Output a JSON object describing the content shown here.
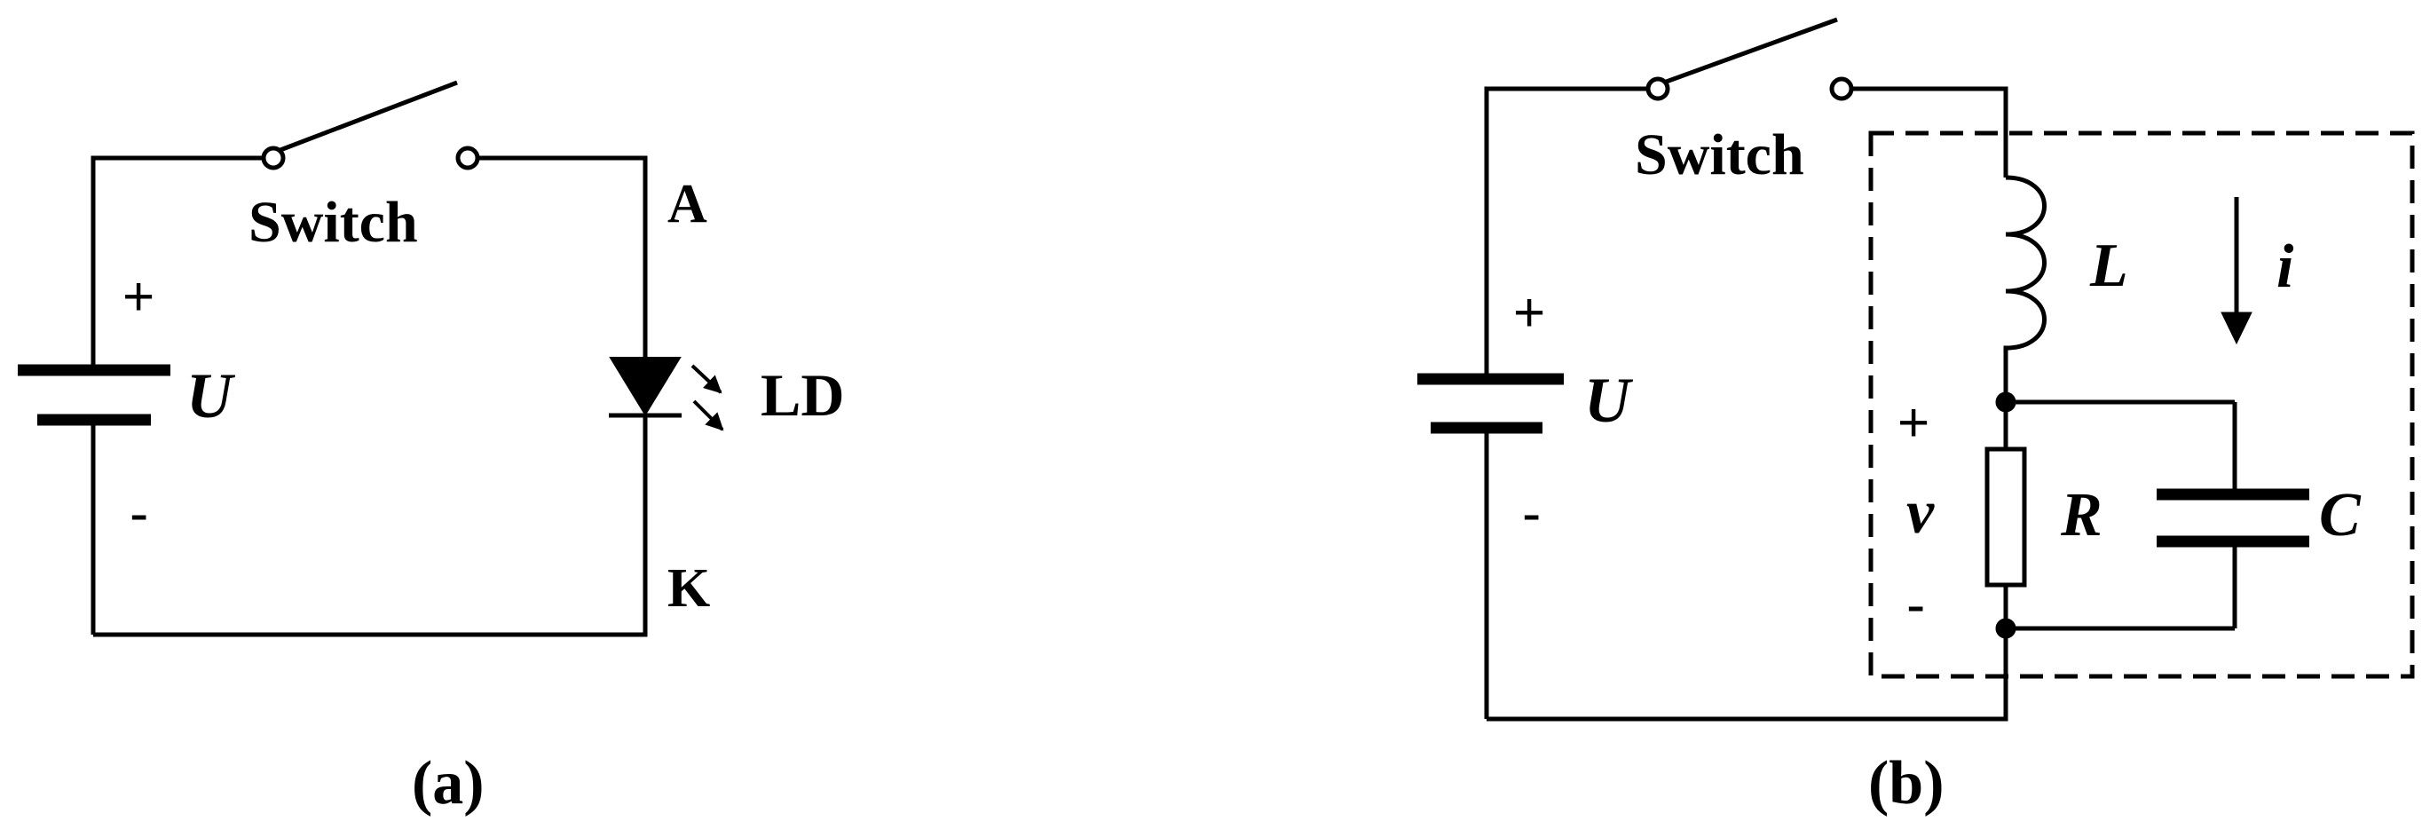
{
  "figure_a": {
    "switch_label": "Switch",
    "voltage_label": "U",
    "plus_sign": "+",
    "minus_sign": "-",
    "anode_label": "A",
    "cathode_label": "K",
    "diode_label": "LD",
    "caption": "(a)"
  },
  "figure_b": {
    "switch_label": "Switch",
    "voltage_label": "U",
    "plus_sign": "+",
    "minus_sign": "-",
    "inductor_label": "L",
    "current_label": "i",
    "resistor_label": "R",
    "capacitor_label": "C",
    "voltage_v_label": "v",
    "v_plus_sign": "+",
    "v_minus_sign": "-",
    "caption": "(b)"
  }
}
